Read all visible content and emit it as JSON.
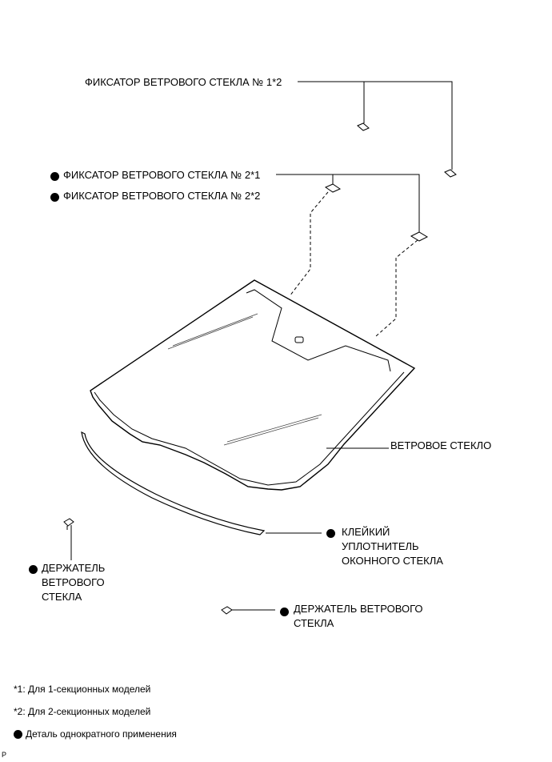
{
  "labels": {
    "clip_1_2": "ФИКСАТОР ВЕТРОВОГО СТЕКЛА № 1*2",
    "clip_2_1": "ФИКСАТОР ВЕТРОВОГО СТЕКЛА № 2*1",
    "clip_2_2": "ФИКСАТОР ВЕТРОВОГО СТЕКЛА № 2*2",
    "windshield": "ВЕТРОВОЕ СТЕКЛО",
    "adhesive_dam": "КЛЕЙКИЙ\nУПЛОТНИТЕЛЬ\nОКОННОГО СТЕКЛА",
    "retainer_left": "ДЕРЖАТЕЛЬ\nВЕТРОВОГО\nСТЕКЛА",
    "retainer_right": "ДЕРЖАТЕЛЬ ВЕТРОВОГО\nСТЕКЛА"
  },
  "notes": {
    "note_1": "*1: Для 1-секционных моделей",
    "note_2": "*2: Для 2-секционных моделей",
    "note_3": "Деталь однократного применения"
  },
  "figure_code": "P",
  "colors": {
    "line": "#000000",
    "background": "#ffffff"
  }
}
